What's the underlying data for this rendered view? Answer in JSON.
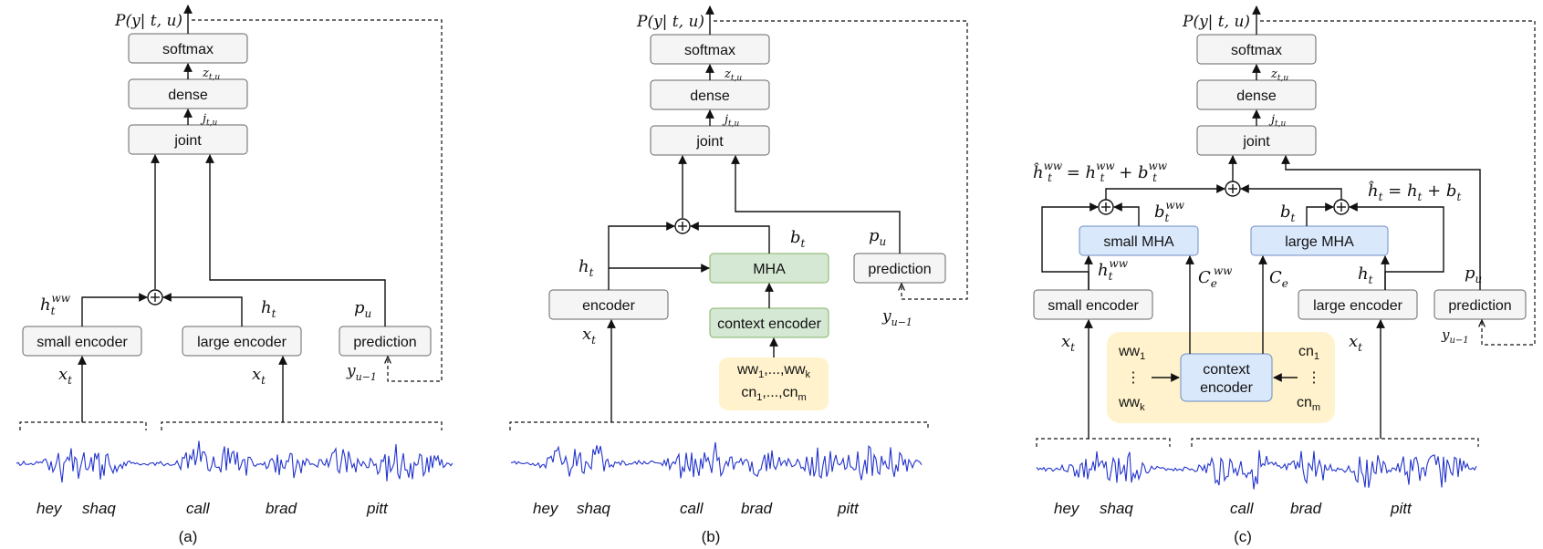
{
  "panels": [
    {
      "caption": "(a)",
      "boxes": {
        "softmax": "softmax",
        "dense": "dense",
        "joint": "joint",
        "small_encoder": "small encoder",
        "large_encoder": "large encoder",
        "prediction": "prediction"
      },
      "labels": {
        "output": "P(y| t, u)",
        "z": "z",
        "z_sub": "t,u",
        "j": "j",
        "j_sub": "t,u",
        "h_ww": "h",
        "h_ww_sub": "t",
        "h_ww_sup": "ww",
        "h": "h",
        "h_sub": "t",
        "p": "p",
        "p_sub": "u",
        "x_small": "x",
        "x_small_sub": "t",
        "x_large": "x",
        "x_large_sub": "t",
        "y_prev": "y",
        "y_prev_sub": "u−1"
      },
      "words": [
        "hey",
        "shaq",
        "call",
        "brad",
        "pitt"
      ]
    },
    {
      "caption": "(b)",
      "boxes": {
        "softmax": "softmax",
        "dense": "dense",
        "joint": "joint",
        "encoder": "encoder",
        "mha": "MHA",
        "context_encoder": "context encoder",
        "prediction": "prediction"
      },
      "context_list": {
        "ww_line": "ww",
        "ww_line_sub": "1",
        "ww_line_mid": ",...,ww",
        "ww_line_end": "k",
        "cn_line": "cn",
        "cn_line_sub": "1",
        "cn_line_mid": ",...,cn",
        "cn_line_end": "m"
      },
      "labels": {
        "output": "P(y| t, u)",
        "z": "z",
        "z_sub": "t,u",
        "j": "j",
        "j_sub": "t,u",
        "h": "h",
        "h_sub": "t",
        "b": "b",
        "b_sub": "t",
        "p": "p",
        "p_sub": "u",
        "x": "x",
        "x_sub": "t",
        "y_prev": "y",
        "y_prev_sub": "u−1"
      },
      "words": [
        "hey",
        "shaq",
        "call",
        "brad",
        "pitt"
      ]
    },
    {
      "caption": "(c)",
      "boxes": {
        "softmax": "softmax",
        "dense": "dense",
        "joint": "joint",
        "small_mha": "small MHA",
        "large_mha": "large MHA",
        "small_encoder": "small encoder",
        "large_encoder": "large encoder",
        "prediction": "prediction",
        "context_encoder_1": "context",
        "context_encoder_2": "encoder"
      },
      "context_left": {
        "top": "ww",
        "top_sub": "1",
        "dots": "⋮",
        "bottom": "ww",
        "bottom_sub": "k"
      },
      "context_right": {
        "top": "cn",
        "top_sub": "1",
        "dots": "⋮",
        "bottom": "cn",
        "bottom_sub": "m"
      },
      "labels": {
        "output": "P(y| t, u)",
        "z": "z",
        "z_sub": "t,u",
        "j": "j",
        "j_sub": "t,u",
        "eq_ww": "ĥ",
        "eq_ww_sup": "ww",
        "eq_ww_sub": "t",
        "eq_ww_mid": " = h",
        "eq_ww_mid_sup": "ww",
        "eq_ww_mid_sub": "t",
        "eq_ww_plus": " + b",
        "eq_ww_end_sup": "ww",
        "eq_ww_end_sub": "t",
        "eq_h": "ĥ",
        "eq_h_sub": "t",
        "eq_h_mid": " = h",
        "eq_h_mid_sub": "t",
        "eq_h_plus": " + b",
        "eq_h_end_sub": "t",
        "b_ww": "b",
        "b_ww_sub": "t",
        "b_ww_sup": "ww",
        "b": "b",
        "b_sub": "t",
        "h_ww": "h",
        "h_ww_sub": "t",
        "h_ww_sup": "ww",
        "h": "h",
        "h_sub": "t",
        "c_ww": "C",
        "c_ww_sub": "e",
        "c_ww_sup": "ww",
        "c": "C",
        "c_sub": "e",
        "p": "p",
        "p_sub": "u",
        "x_small": "x",
        "x_small_sub": "t",
        "x_large": "x",
        "x_large_sub": "t",
        "y_prev": "y",
        "y_prev_sub": "u−1"
      },
      "words": [
        "hey",
        "shaq",
        "call",
        "brad",
        "pitt"
      ]
    }
  ],
  "colors": {
    "box_fill": "#f5f5f5",
    "box_stroke": "#666666",
    "green_fill": "#d5e8d4",
    "green_stroke": "#82b366",
    "blue_fill": "#dae8fc",
    "blue_stroke": "#6c8ebf",
    "yellow_fill": "#fff2cc",
    "waveform": "#2233cc"
  }
}
